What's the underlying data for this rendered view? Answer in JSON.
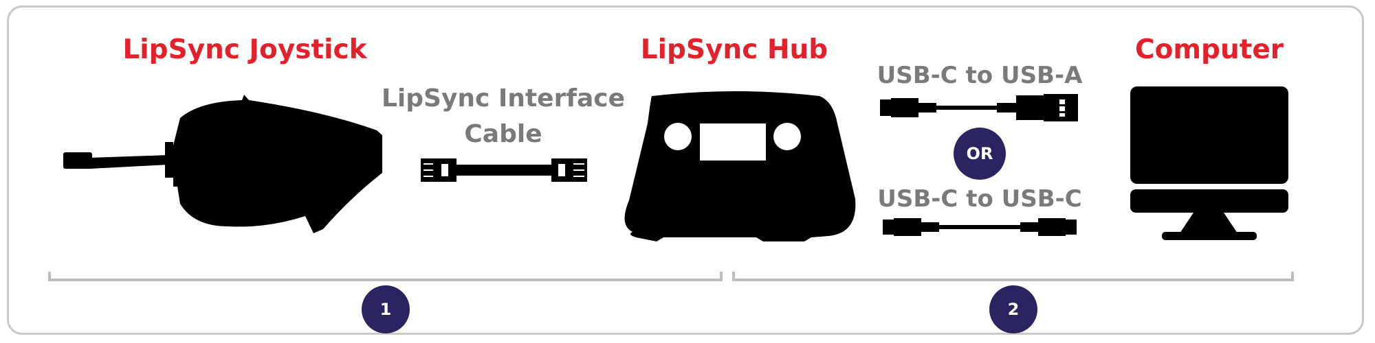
{
  "devices": {
    "joystick": {
      "label": "LipSync Joystick",
      "icon": "joystick-icon"
    },
    "hub": {
      "label": "LipSync Hub",
      "icon": "hub-icon"
    },
    "computer": {
      "label": "Computer",
      "icon": "monitor-icon"
    }
  },
  "cables": {
    "interface": {
      "line1": "LipSync Interface",
      "line2": "Cable",
      "icon": "ethernet-cable-icon"
    },
    "usb_a": {
      "label": "USB-C to USB-A",
      "icon": "usb-a-cable-icon"
    },
    "usb_c": {
      "label": "USB-C to USB-C",
      "icon": "usb-c-cable-icon"
    },
    "or_label": "OR"
  },
  "steps": [
    {
      "number": "1"
    },
    {
      "number": "2"
    }
  ],
  "colors": {
    "title": "#e3212b",
    "cable_label": "#7a7a7a",
    "badge": "#2a2461",
    "bracket": "#bdbdbd",
    "silhouette": "#000000"
  }
}
